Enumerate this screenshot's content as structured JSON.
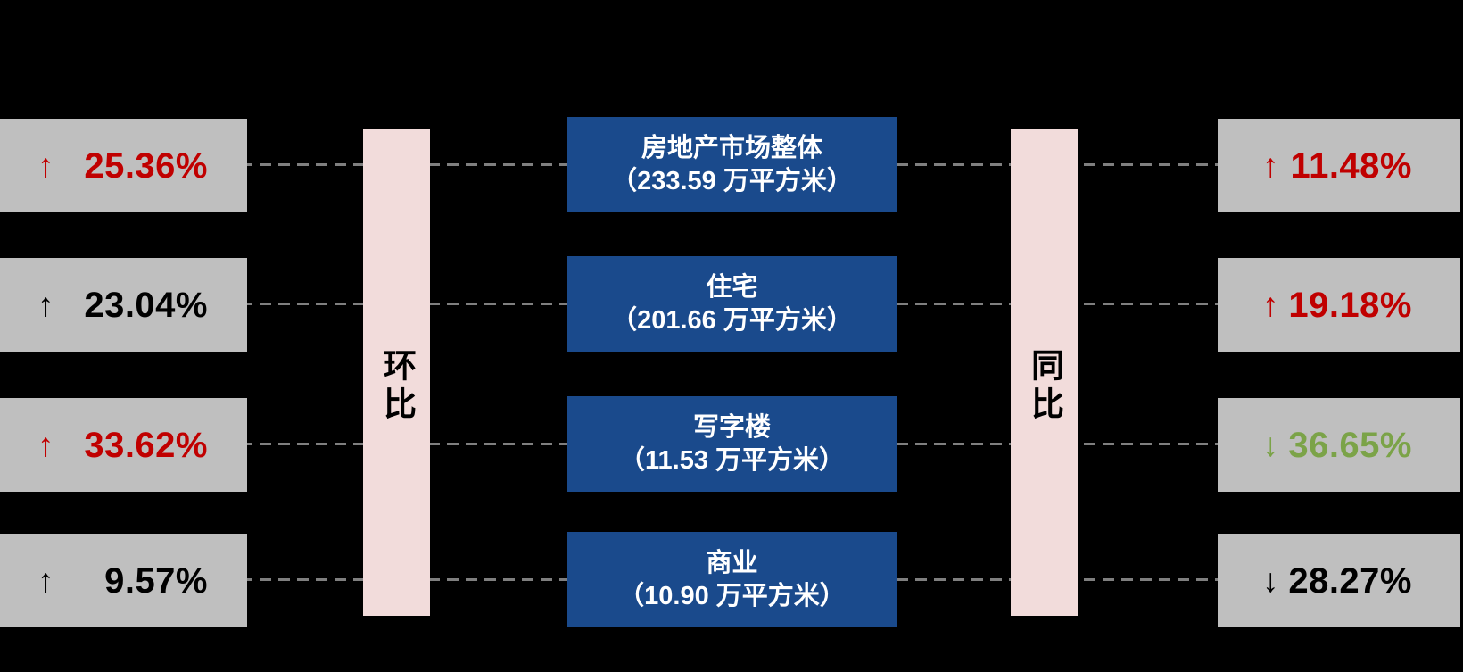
{
  "colors": {
    "background": "#000000",
    "box_gray": "#bfbfbf",
    "box_blue": "#1a4a8c",
    "bar_pink": "#f2dcdb",
    "connector": "#7f7f7f",
    "increase_red": "#c00000",
    "decrease_green": "#7ba348",
    "neutral_black": "#000000",
    "center_text": "#ffffff"
  },
  "left_column": {
    "label": "环比",
    "items": [
      {
        "arrow": "↑",
        "value": "25.36%",
        "color": "#c00000"
      },
      {
        "arrow": "↑",
        "value": "23.04%",
        "color": "#000000"
      },
      {
        "arrow": "↑",
        "value": "33.62%",
        "color": "#c00000"
      },
      {
        "arrow": "↑",
        "value": "9.57%",
        "color": "#000000"
      }
    ]
  },
  "center_column": {
    "items": [
      {
        "title": "房地产市场整体",
        "subtitle": "（233.59 万平方米）"
      },
      {
        "title": "住宅",
        "subtitle": "（201.66 万平方米）"
      },
      {
        "title": "写字楼",
        "subtitle": "（11.53 万平方米）"
      },
      {
        "title": "商业",
        "subtitle": "（10.90 万平方米）"
      }
    ]
  },
  "right_column": {
    "label": "同比",
    "items": [
      {
        "arrow": "↑",
        "value": "11.48%",
        "color": "#c00000"
      },
      {
        "arrow": "↑",
        "value": "19.18%",
        "color": "#c00000"
      },
      {
        "arrow": "↓",
        "value": "36.65%",
        "color": "#7ba348"
      },
      {
        "arrow": "↓",
        "value": "28.27%",
        "color": "#000000"
      }
    ]
  }
}
